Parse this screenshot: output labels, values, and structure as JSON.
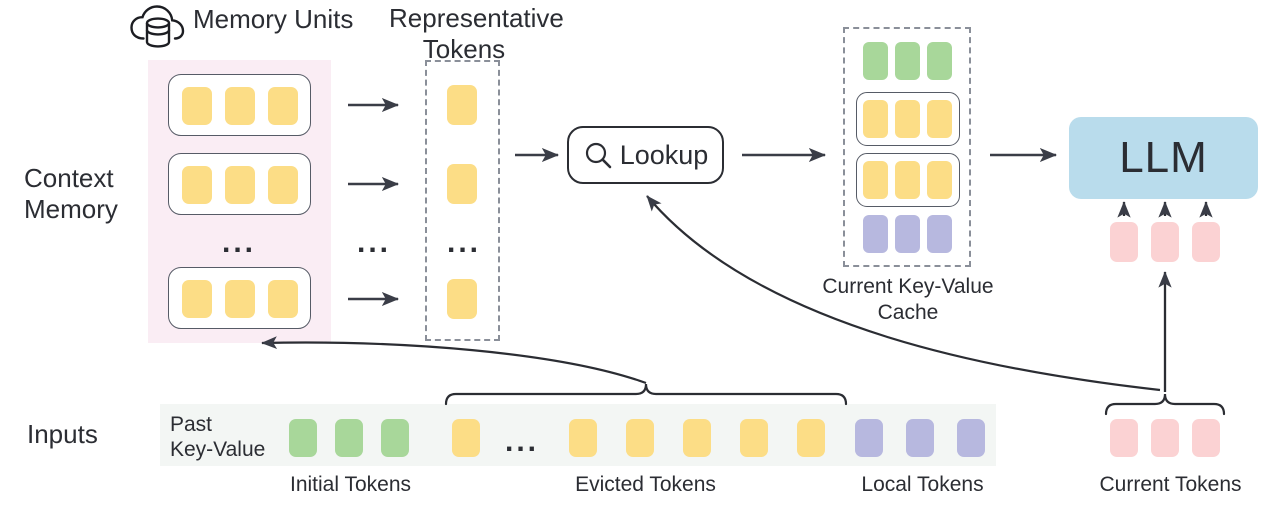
{
  "diagram": {
    "title_icon": "cloud-database-icon",
    "memory_units_label": "Memory Units",
    "representative_tokens_label": "Representative\nTokens",
    "context_memory_label": "Context\nMemory",
    "inputs_label": "Inputs",
    "lookup_label": "Lookup",
    "lookup_icon": "search-icon",
    "kv_cache_label": "Current Key-Value\nCache",
    "llm_label": "LLM",
    "past_key_value_label": "Past\nKey-Value",
    "ellipsis": "...",
    "bottom_captions": [
      {
        "id": "initial-tokens",
        "label": "Initial Tokens"
      },
      {
        "id": "evicted-tokens",
        "label": "Evicted Tokens"
      },
      {
        "id": "local-tokens",
        "label": "Local Tokens"
      },
      {
        "id": "current-tokens",
        "label": "Current Tokens"
      }
    ],
    "colors": {
      "token_yellow": "#FCDD86",
      "token_green": "#A8D79A",
      "token_purple": "#B7B8DF",
      "token_pink": "#FBD2D3",
      "llm_blue": "#B9DCEC",
      "context_memory_bg": "#FAEDF4",
      "inputs_bg": "#F3F6F4",
      "stroke": "#2B2D33",
      "dashed_stroke": "#8A8F99"
    },
    "memory_units": [
      {
        "tokens": [
          "yellow",
          "yellow",
          "yellow"
        ]
      },
      {
        "tokens": [
          "yellow",
          "yellow",
          "yellow"
        ]
      },
      {
        "tokens": [
          "yellow",
          "yellow",
          "yellow"
        ]
      }
    ],
    "representative_tokens": [
      "yellow",
      "yellow",
      "yellow"
    ],
    "kv_cache_rows": [
      {
        "framed": false,
        "tokens": [
          "green",
          "green",
          "green"
        ]
      },
      {
        "framed": true,
        "tokens": [
          "yellow",
          "yellow",
          "yellow"
        ]
      },
      {
        "framed": true,
        "tokens": [
          "yellow",
          "yellow",
          "yellow"
        ]
      },
      {
        "framed": false,
        "tokens": [
          "purple",
          "purple",
          "purple"
        ]
      }
    ],
    "llm_input_tokens": [
      "pink",
      "pink",
      "pink"
    ],
    "input_sequence": [
      {
        "type": "green"
      },
      {
        "type": "green"
      },
      {
        "type": "green"
      },
      {
        "type": "yellow"
      },
      {
        "type": "ellipsis"
      },
      {
        "type": "yellow"
      },
      {
        "type": "yellow"
      },
      {
        "type": "yellow"
      },
      {
        "type": "yellow"
      },
      {
        "type": "yellow"
      },
      {
        "type": "purple"
      },
      {
        "type": "purple"
      },
      {
        "type": "purple"
      }
    ],
    "current_token_sequence": [
      "pink",
      "pink",
      "pink"
    ]
  }
}
